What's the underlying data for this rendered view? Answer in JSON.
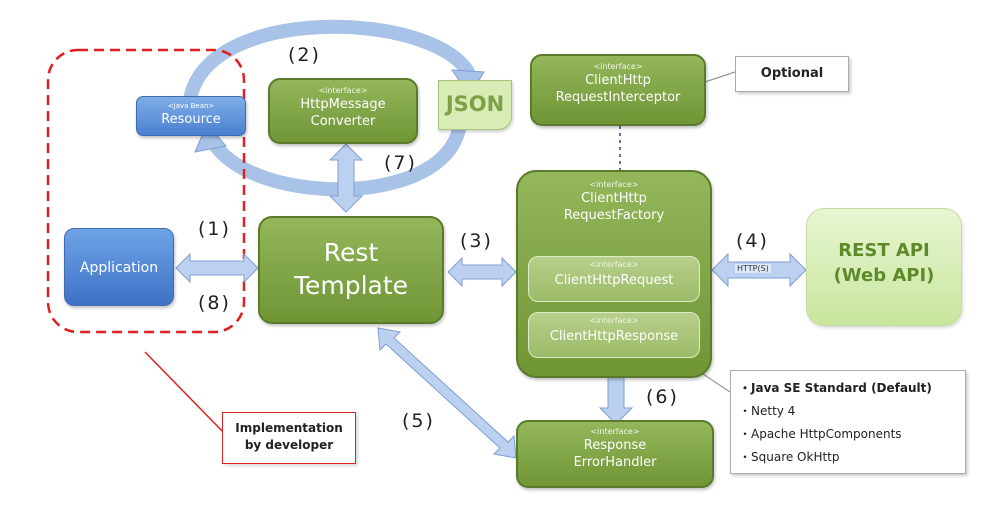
{
  "diagram": {
    "application": "Application",
    "resource": {
      "tag": "<Java Bean>",
      "name": "Resource"
    },
    "json": "JSON",
    "http_message_converter": {
      "tag": "<interface>",
      "line1": "HttpMessage",
      "line2": "Converter"
    },
    "rest_template": {
      "line1": "Rest",
      "line2": "Template"
    },
    "interceptor": {
      "tag": "<interface>",
      "line1": "ClientHttp",
      "line2": "RequestInterceptor"
    },
    "optional_label": "Optional",
    "request_factory": {
      "tag": "<interface>",
      "line1": "ClientHttp",
      "line2": "RequestFactory"
    },
    "client_request": {
      "tag": "<interface>",
      "name": "ClientHttpRequest"
    },
    "client_response": {
      "tag": "<interface>",
      "name": "ClientHttpResponse"
    },
    "error_handler": {
      "tag": "<interface>",
      "line1": "Response",
      "line2": "ErrorHandler"
    },
    "rest_api": {
      "line1": "REST API",
      "line2": "(Web API)"
    },
    "http_label": "HTTP(S)",
    "implementation_note": {
      "line1": "Implementation",
      "line2": "by developer"
    },
    "steps": [
      "(1)",
      "(2)",
      "(3)",
      "(4)",
      "(5)",
      "(6)",
      "(7)",
      "(8)"
    ],
    "factory_impls": [
      "・Java SE Standard (Default)",
      "・Netty 4",
      "・Apache HttpComponents",
      "・Square OkHttp"
    ]
  }
}
